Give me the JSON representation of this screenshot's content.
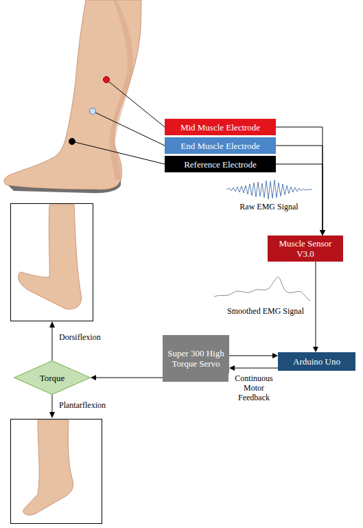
{
  "diagram": {
    "nodes": [
      {
        "text": [
          "Mid Muscle Electrode"
        ]
      },
      {
        "text": [
          "End Muscle Electrode"
        ]
      },
      {
        "text": [
          "Reference Electrode"
        ]
      },
      {
        "text": [
          "Muscle Sensor V3.0"
        ]
      },
      {
        "text": [
          "Arduino Uno"
        ]
      },
      {
        "text": [
          "Super 300 High Torque Servo"
        ]
      },
      {
        "text": [
          "Torque"
        ]
      }
    ],
    "edges": [
      {
        "from": 0,
        "to": 3,
        "arrow": "to"
      },
      {
        "from": 1,
        "to": 3,
        "arrow": "to"
      },
      {
        "from": 2,
        "to": 3,
        "arrow": "to"
      },
      {
        "from": 3,
        "to": 4,
        "arrow": "to"
      },
      {
        "from": 5,
        "to": 4,
        "arrow": "to"
      },
      {
        "from": 4,
        "to": 5,
        "arrow": "to",
        "label": "Continuous Motor Feedback"
      },
      {
        "from": 5,
        "to": 6,
        "arrow": "to"
      }
    ],
    "labels": [
      "Raw EMG Signal",
      "Smoothed EMG Signal",
      "Dorsiflexion",
      "Plantarflexion"
    ]
  }
}
